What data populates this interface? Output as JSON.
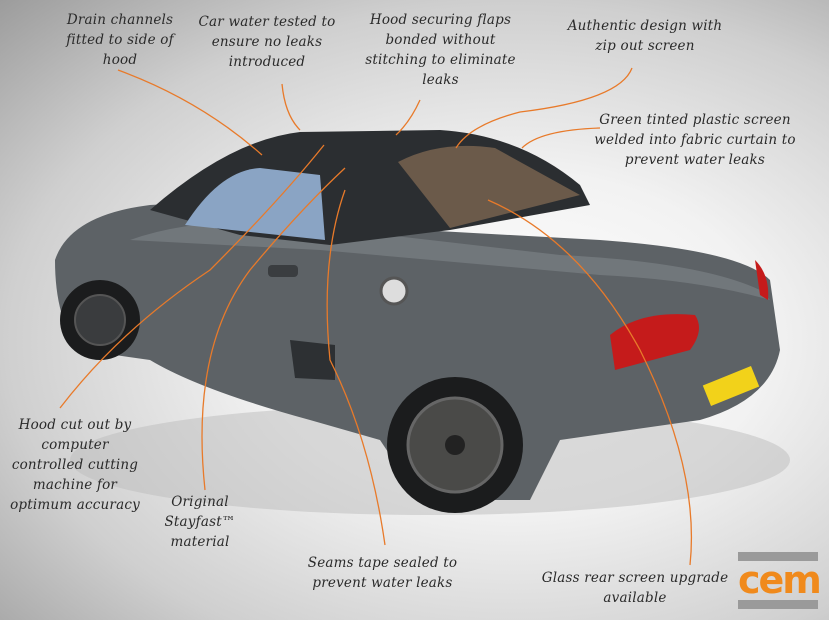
{
  "callouts": {
    "drain": "Drain channels fitted to side of hood",
    "water_test": "Car water tested to ensure no leaks introduced",
    "flaps": "Hood securing flaps bonded without stitching to eliminate leaks",
    "authentic": "Authentic design with zip out screen",
    "green_screen": "Green tinted plastic screen welded into fabric curtain to prevent water leaks",
    "cut_out": "Hood cut out by computer controlled cutting machine for optimum accuracy",
    "original": "Original Stayfast™ material",
    "seams": "Seams tape sealed to prevent water leaks",
    "glass": "Glass rear screen upgrade available"
  },
  "logo": {
    "text": "cem"
  },
  "colors": {
    "leader": "#e87a2a",
    "logo": "#f08a1c"
  }
}
